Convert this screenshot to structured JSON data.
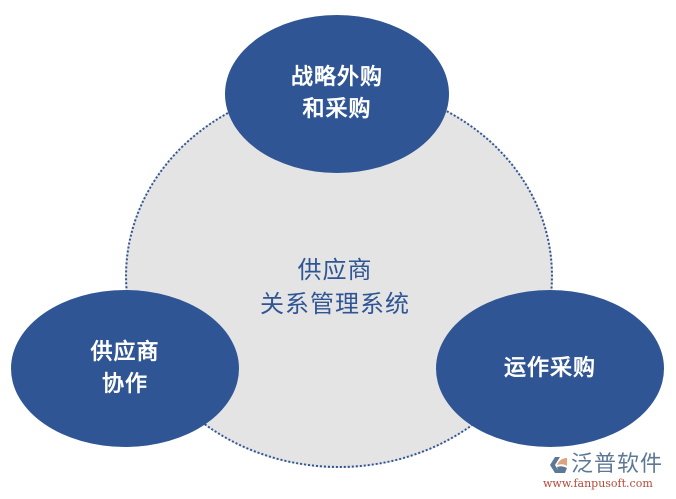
{
  "diagram": {
    "center": {
      "label": "供应商\n关系管理系统"
    },
    "nodes": [
      {
        "position": "top",
        "label": "战略外购\n和采购"
      },
      {
        "position": "left",
        "label": "供应商\n协作"
      },
      {
        "position": "right",
        "label": "运作采购"
      }
    ],
    "colors": {
      "node_fill": "#2f5595",
      "node_text": "#ffffff",
      "center_fill": "#e4e4e4",
      "center_border": "#2f5595",
      "center_text": "#2f5595"
    }
  },
  "watermark": {
    "brand": "泛普软件",
    "url": "www.fanpusoft.com",
    "icon": "fanpu-logo-icon"
  }
}
